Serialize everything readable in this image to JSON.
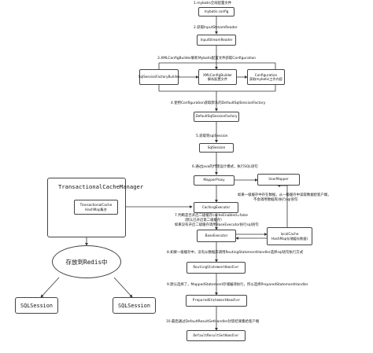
{
  "steps": {
    "s1": "1.mybatis全局配置文件",
    "s2": "2.获取InputStreamReader",
    "s3": "3.XMLConfigBuilder解析Mybatis配置文件获取Configuration",
    "s4": "4.使用Configuration获取默认的DefaultSqlSessionFactory",
    "s5": "5.获取到sqlSession",
    "s6": "6.通过Java的代理设计模式，执行SQL语句",
    "s7a": "7.判断是否开启二级缓存cacheEnabled=false",
    "s7b": "（默认已开启第二级缓存）",
    "s7c": "如果没有开启二级缓存调用BaseExecutor执行sql语句",
    "s8": "8.如果一级缓存中，没有从数据库调用RoutingStatementHandler选择sql语句执行方式",
    "s9": "9.默认选择了，MappedStatement存储编译执行，所以选择PreparedStatementHandler",
    "s10": "10.最后通过DefaultResultSetHandler封装结果集给客户端",
    "mapper_note_a": "如果一级缓存中存在数据，从一级缓存中读取数据给客户端，",
    "mapper_note_b": "不会调用数据库(执行sql语句"
  },
  "boxes": {
    "config": "mybatis.config",
    "input_stream": "InputStreamReader",
    "builder": "SqlSessionFactoryBuilder",
    "xml_builder_a": "XMLConfigBuilder",
    "xml_builder_b": "解析配置文件",
    "configuration_a": "Configuration",
    "configuration_b": "获取mybatis工作内容",
    "default_factory": "DefaultSqlSessionFactory",
    "sqlsession": "SqlSession",
    "mapper_proxy": "MapperProxy",
    "user_mapper": "UserMapper",
    "caching_executor": "CachingExecutor",
    "base_executor": "BaseExecutor",
    "local_cache_a": "localCache",
    "local_cache_b": "HashMap存储缓存数据)",
    "routing_handler": "RoutingStatementHandler",
    "prepared_handler": "PreparedStatementHandler",
    "result_handler": "DefaultResultSetHandler"
  },
  "left_panel": {
    "title": "TransactionalCacheManager",
    "inner_a": "TransactionalCache",
    "inner_b": "HashMap集合",
    "redis": "存放到Redis中",
    "session_left": "SQLSession",
    "session_right": "SQLSession"
  },
  "colors": {
    "line": "#333333",
    "box_border": "#444444"
  }
}
